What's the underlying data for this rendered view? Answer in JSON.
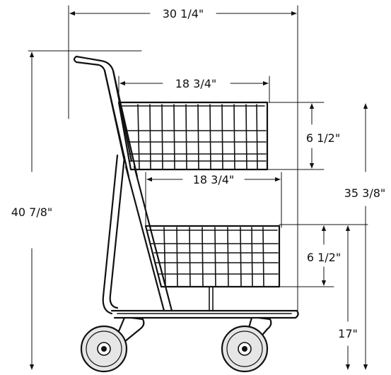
{
  "dimensions": {
    "overall_width": "30 1/4\"",
    "upper_basket_width": "18 3/4\"",
    "upper_basket_height": "6 1/2\"",
    "lower_basket_width": "18 3/4\"",
    "lower_basket_height": "6 1/2\"",
    "overall_height": "40 7/8\"",
    "upper_basket_top_height": "35 3/8\"",
    "lower_basket_top_height": "17\""
  },
  "colors": {
    "line": "#111111",
    "wheel_fill": "#e6e6e6",
    "background": "#ffffff"
  }
}
